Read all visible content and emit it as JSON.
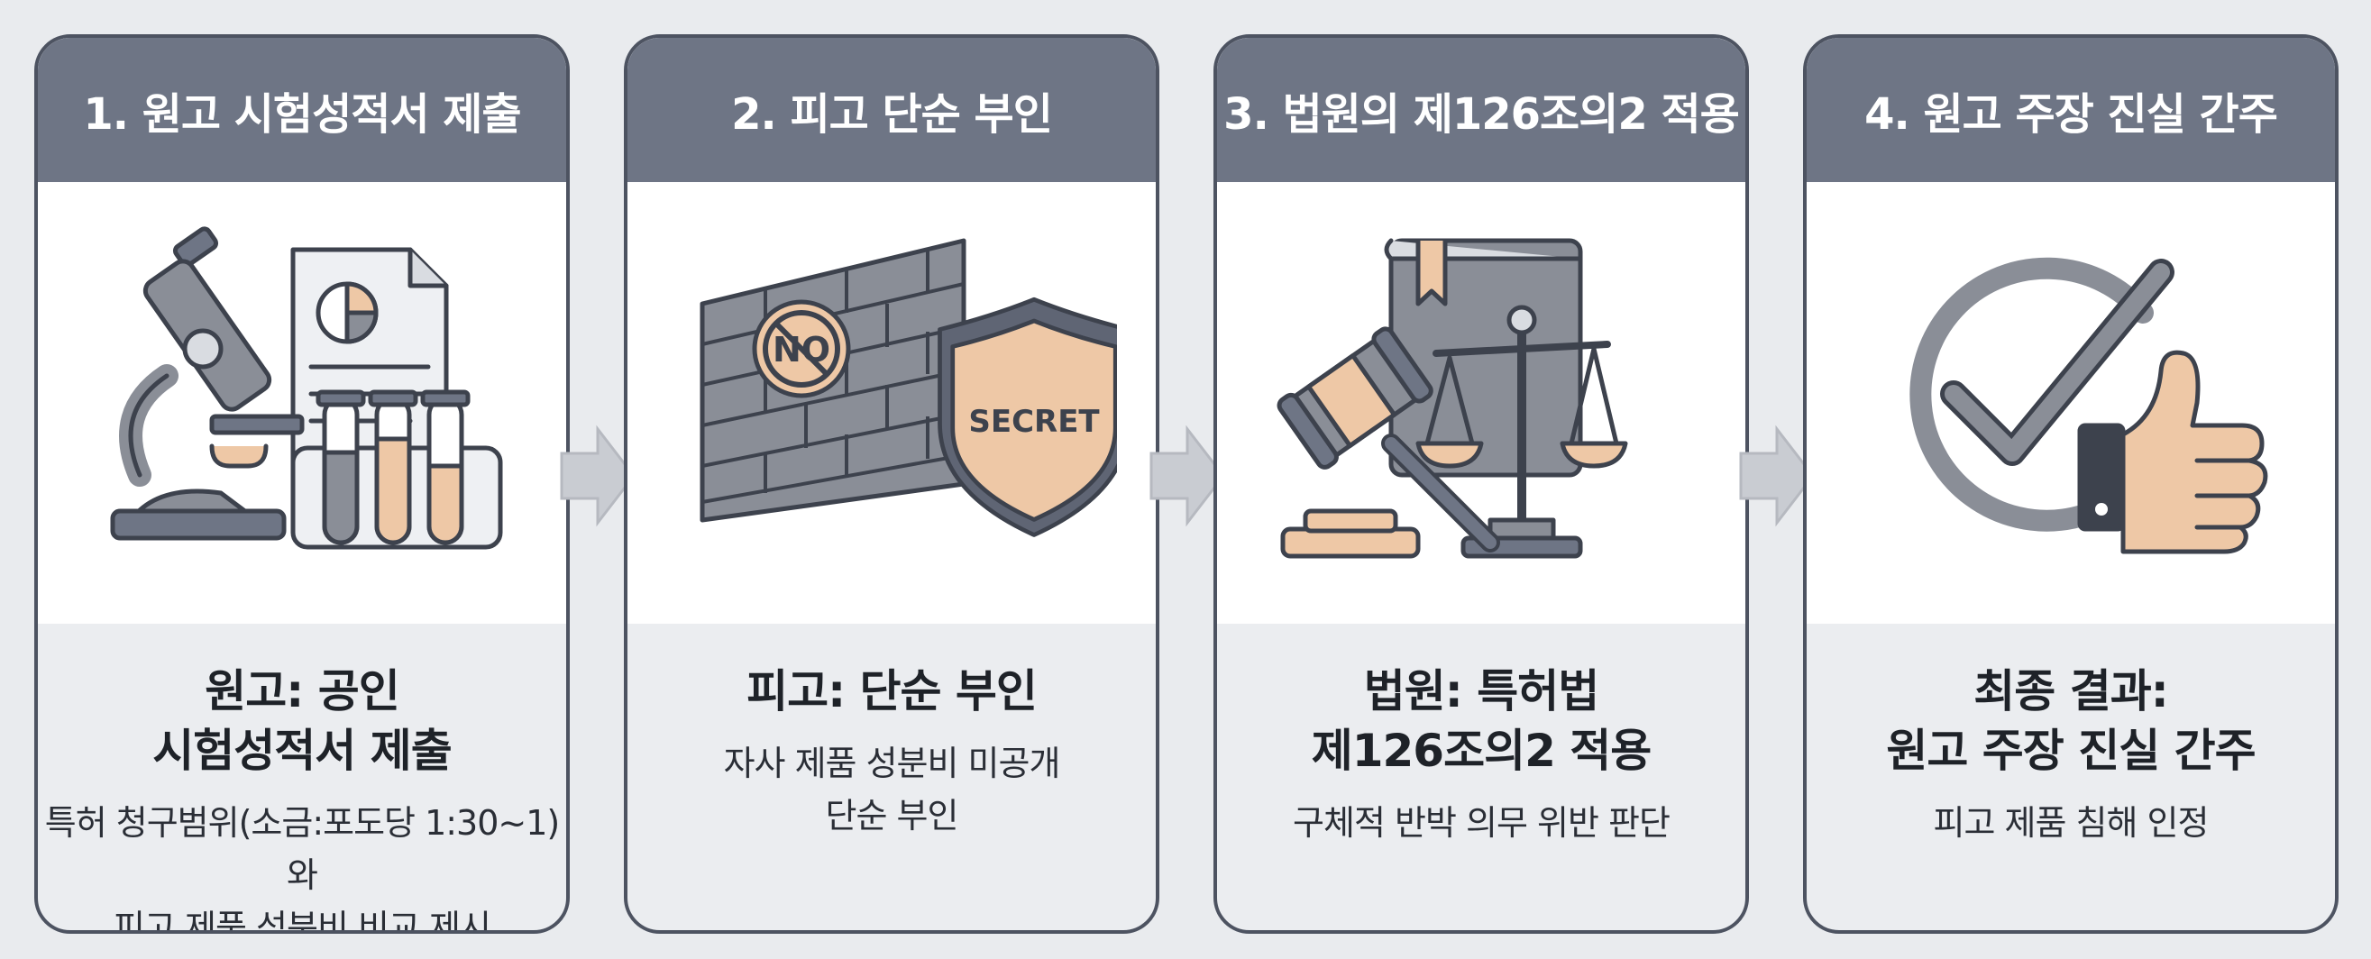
{
  "steps": [
    {
      "header": "1. 원고 시험성적서 제출",
      "title_line1": "원고: 공인",
      "title_line2": "시험성적서 제출",
      "desc_line1": "특허 청구범위(소금:포도당 1:30~1)와",
      "desc_line2": "피고 제품 성분비 비교 제시",
      "icon": "microscope-document-test-tubes-icon"
    },
    {
      "header": "2. 피고 단순 부인",
      "title_line1": "피고: 단순 부인",
      "title_line2": "",
      "desc_line1": "자사 제품 성분비 미공개",
      "desc_line2": "단순 부인",
      "icon": "brick-wall-shield-icon",
      "illus": {
        "no_label": "NO",
        "shield_label": "SECRET"
      }
    },
    {
      "header": "3. 법원의 제126조의2 적용",
      "title_line1": "법원: 특허법",
      "title_line2": "제126조의2 적용",
      "desc_line1": "구체적 반박 의무 위반 판단",
      "desc_line2": "",
      "icon": "gavel-book-scales-icon"
    },
    {
      "header": "4. 원고 주장 진실 간주",
      "title_line1": "최종 결과:",
      "title_line2": "원고 주장 진실 간주",
      "desc_line1": "피고 제품 침해 인정",
      "desc_line2": "",
      "icon": "checkmark-thumbs-up-icon"
    }
  ],
  "colors": {
    "header": "#6e7585",
    "border": "#4d5361",
    "accent": "#eec8a6",
    "gray": "#8a8e97"
  }
}
